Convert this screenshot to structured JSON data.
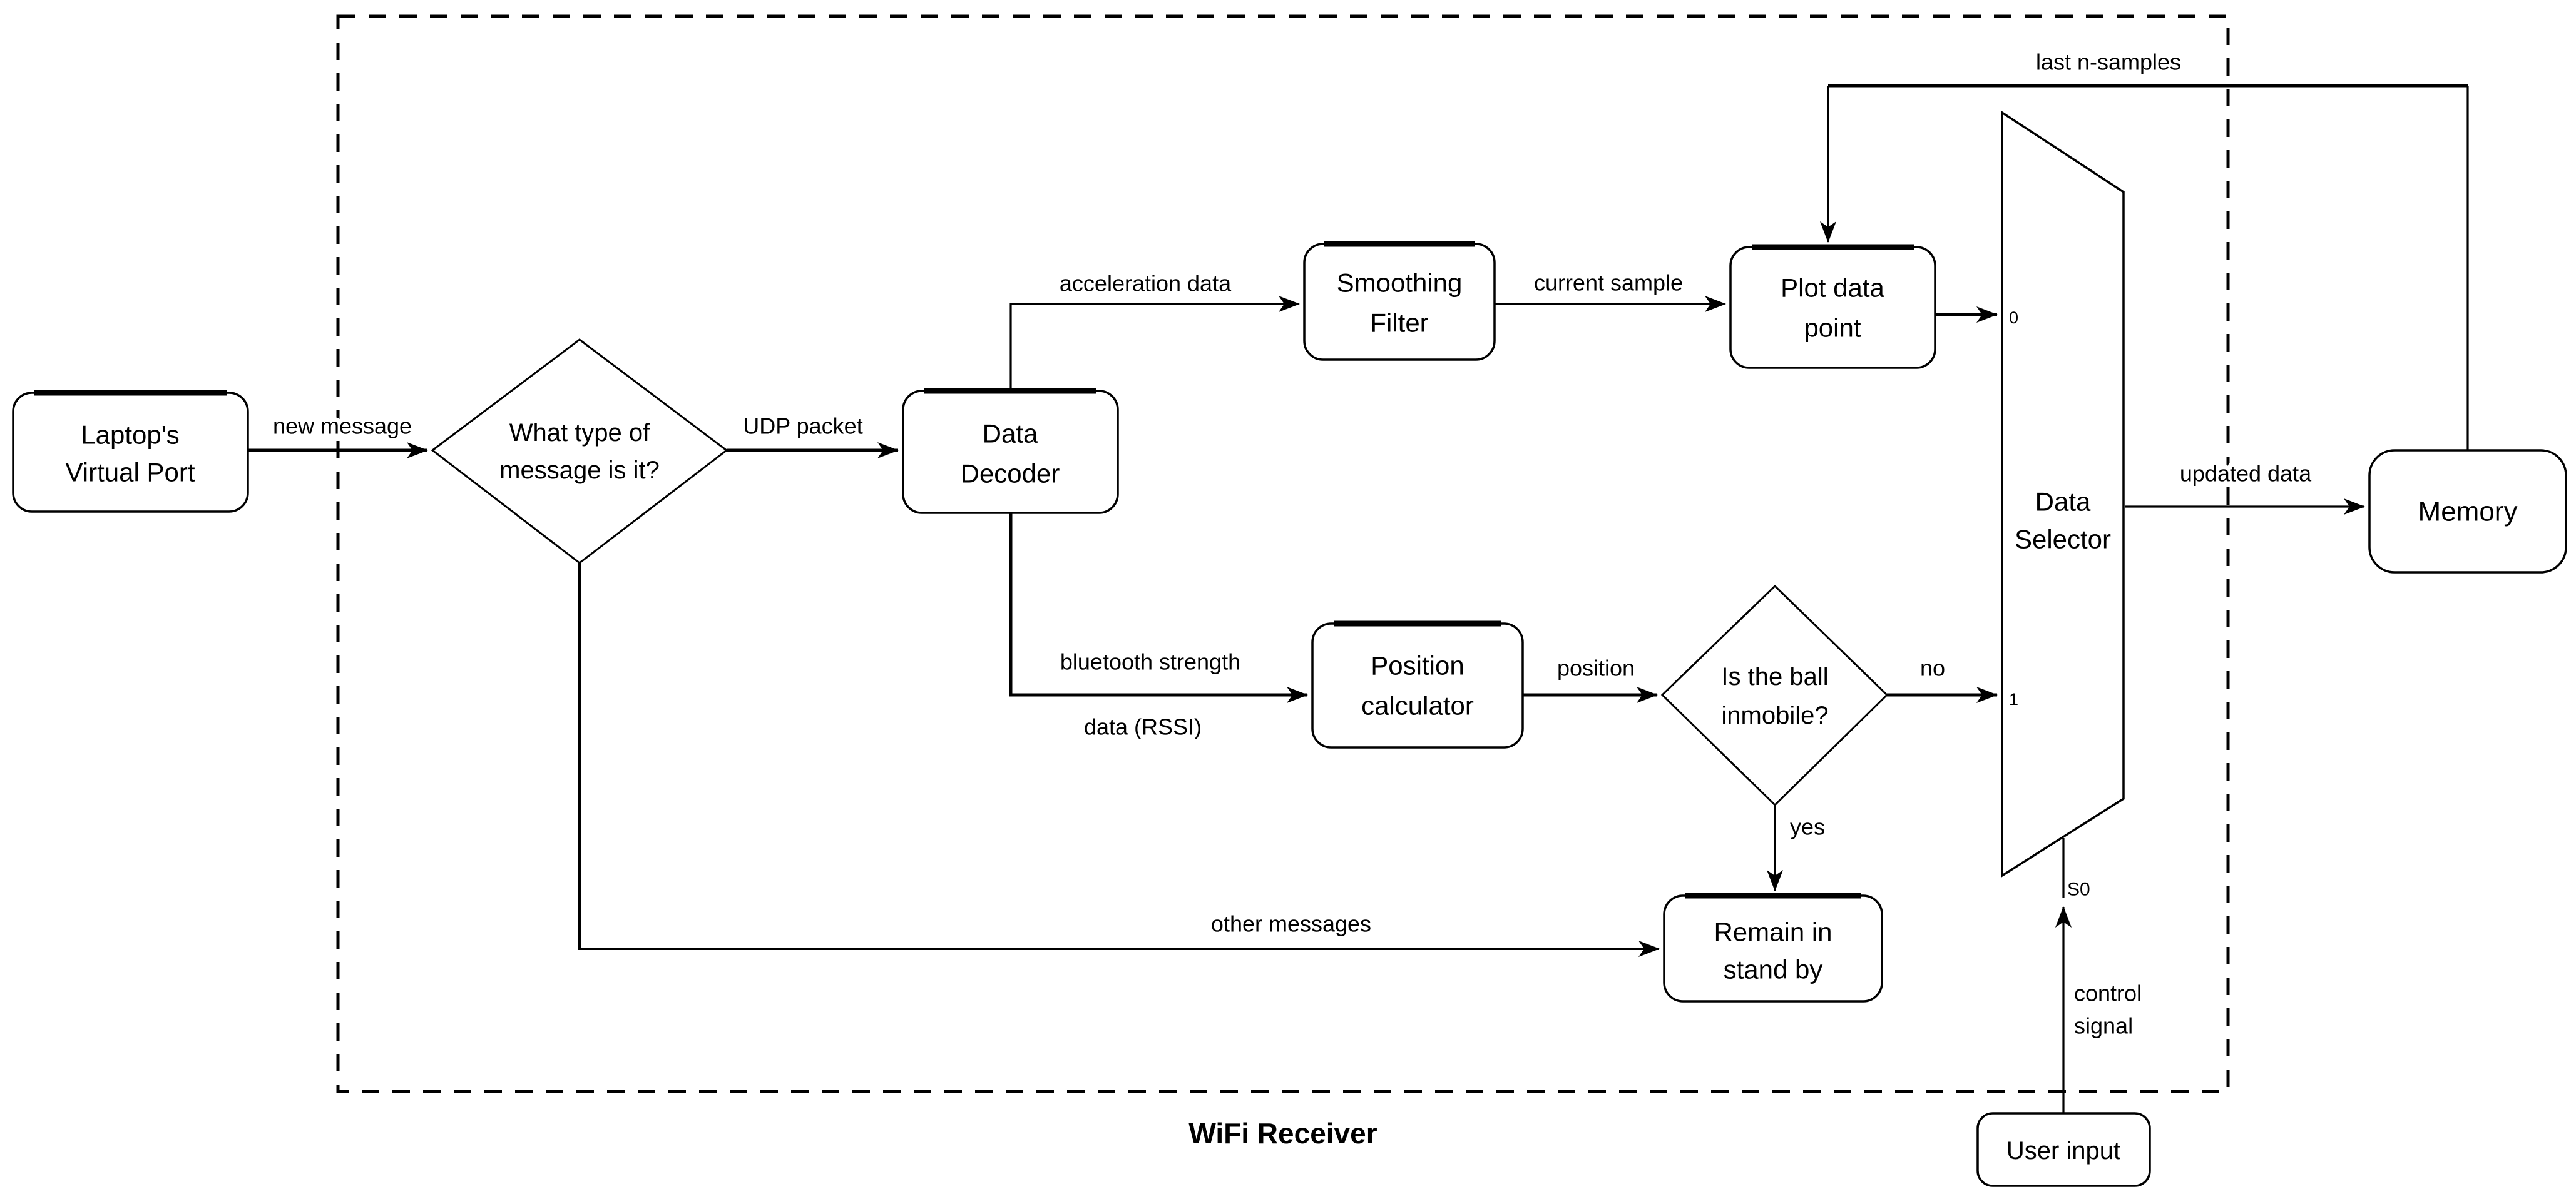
{
  "diagram": {
    "region_label": "WiFi Receiver",
    "colors": {
      "line": "#000000",
      "background": "#ffffff",
      "text": "#000000"
    },
    "nodes": {
      "laptop_virtual_port": {
        "line1": "Laptop's",
        "line2": "Virtual Port"
      },
      "message_type_decision": {
        "line1": "What type of",
        "line2": "message is it?"
      },
      "data_decoder": {
        "line1": "Data",
        "line2": "Decoder"
      },
      "smoothing_filter": {
        "line1": "Smoothing",
        "line2": "Filter"
      },
      "plot_data_point": {
        "line1": "Plot data",
        "line2": "point"
      },
      "position_calculator": {
        "line1": "Position",
        "line2": "calculator"
      },
      "ball_immobile_decision": {
        "line1": "Is the ball",
        "line2": "inmobile?"
      },
      "remain_standby": {
        "line1": "Remain in",
        "line2": "stand by"
      },
      "data_selector": {
        "line1": "Data",
        "line2": "Selector",
        "input0": "0",
        "input1": "1",
        "select_pin": "S0"
      },
      "memory": {
        "label": "Memory"
      },
      "user_input": {
        "label": "User input"
      }
    },
    "edges": {
      "new_message": "new message",
      "udp_packet": "UDP packet",
      "acceleration_data": "acceleration data",
      "current_sample": "current sample",
      "bluetooth_line1": "bluetooth strength",
      "bluetooth_line2": "data (RSSI)",
      "position": "position",
      "no": "no",
      "yes": "yes",
      "other_messages": "other messages",
      "last_n_samples": "last n-samples",
      "updated_data": "updated data",
      "control_line1": "control",
      "control_line2": "signal"
    }
  }
}
